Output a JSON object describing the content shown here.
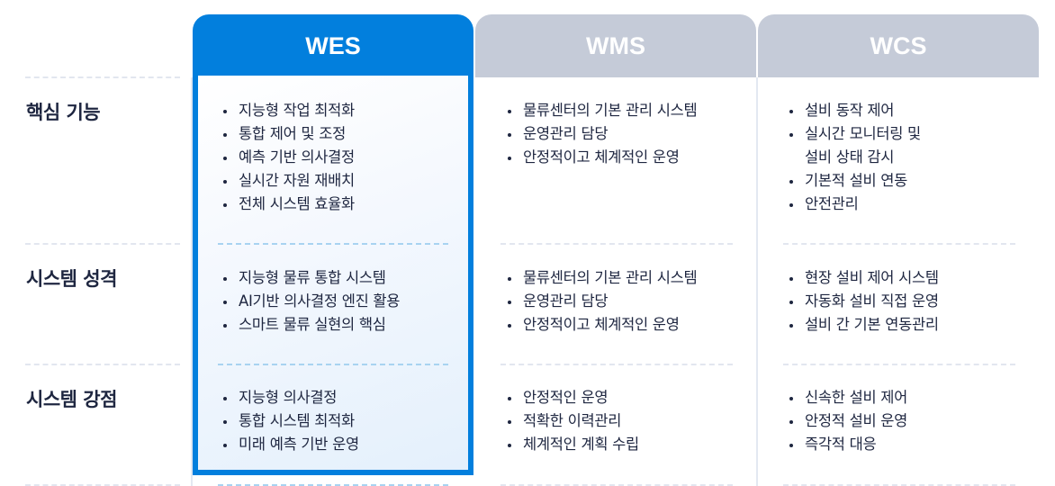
{
  "columns": [
    {
      "id": "wes",
      "title": "WES",
      "active": true
    },
    {
      "id": "wms",
      "title": "WMS",
      "active": false
    },
    {
      "id": "wcs",
      "title": "WCS",
      "active": false
    }
  ],
  "rows": [
    {
      "label": "핵심 기능",
      "wes": [
        "지능형 작업 최적화",
        "통합 제어 및 조정",
        "예측 기반 의사결정",
        "실시간 자원 재배치",
        "전체 시스템 효율화"
      ],
      "wms": [
        "물류센터의 기본 관리 시스템",
        "운영관리 담당",
        "안정적이고 체계적인 운영"
      ],
      "wcs": [
        "설비 동작 제어",
        "실시간 모니터링 및",
        "설비 상태 감시",
        "기본적 설비 연동",
        "안전관리"
      ]
    },
    {
      "label": "시스템 성격",
      "wes": [
        "지능형 물류 통합 시스템",
        "AI기반 의사결정 엔진 활용",
        "스마트 물류 실현의 핵심"
      ],
      "wms": [
        "물류센터의 기본 관리 시스템",
        "운영관리 담당",
        "안정적이고 체계적인 운영"
      ],
      "wcs": [
        "현장 설비 제어 시스템",
        "자동화 설비 직접 운영",
        "설비 간 기본 연동관리"
      ]
    },
    {
      "label": "시스템 강점",
      "wes": [
        "지능형 의사결정",
        "통합 시스템 최적화",
        "미래 예측 기반 운영"
      ],
      "wms": [
        "안정적인 운영",
        "적확한 이력관리",
        "체계적인 계획 수립"
      ],
      "wcs": [
        "신속한 설비 제어",
        "안정적 설비 운영",
        "즉각적 대응"
      ]
    }
  ],
  "colors": {
    "active_header": "#027fdd",
    "inactive_header": "#c5cbd8",
    "text": "#1e2640"
  }
}
